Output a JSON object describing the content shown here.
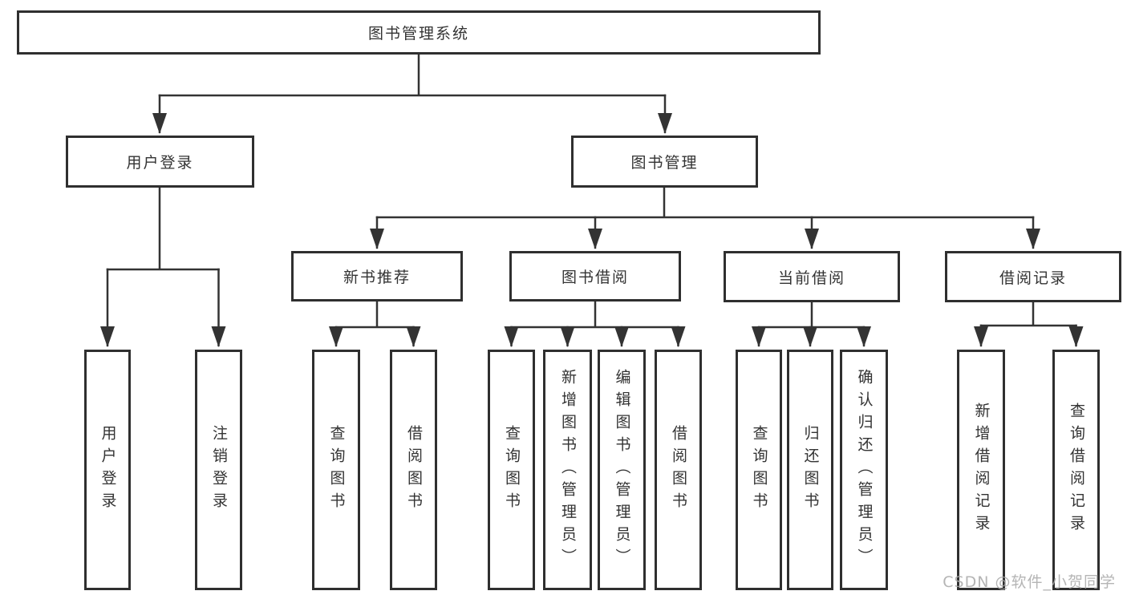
{
  "colors": {
    "line": "#333333",
    "box_border": "#2f2f2f",
    "text": "#333333",
    "watermark": "#a8a8a8",
    "background": "#ffffff"
  },
  "watermark": {
    "text": "CSDN @软件_小贺同学"
  },
  "tree": {
    "root": "图书管理系统",
    "branches": [
      {
        "label": "用户登录",
        "leaves": [
          "用户登录",
          "注销登录"
        ]
      },
      {
        "label": "图书管理",
        "children": [
          {
            "label": "新书推荐",
            "leaves": [
              "查询图书",
              "借阅图书"
            ]
          },
          {
            "label": "图书借阅",
            "leaves": [
              "查询图书",
              "新增图书（管理员）",
              "编辑图书（管理员）",
              "借阅图书"
            ]
          },
          {
            "label": "当前借阅",
            "leaves": [
              "查询图书",
              "归还图书",
              "确认归还（管理员）"
            ]
          },
          {
            "label": "借阅记录",
            "leaves": [
              "新增借阅记录",
              "查询借阅记录"
            ]
          }
        ]
      }
    ]
  }
}
